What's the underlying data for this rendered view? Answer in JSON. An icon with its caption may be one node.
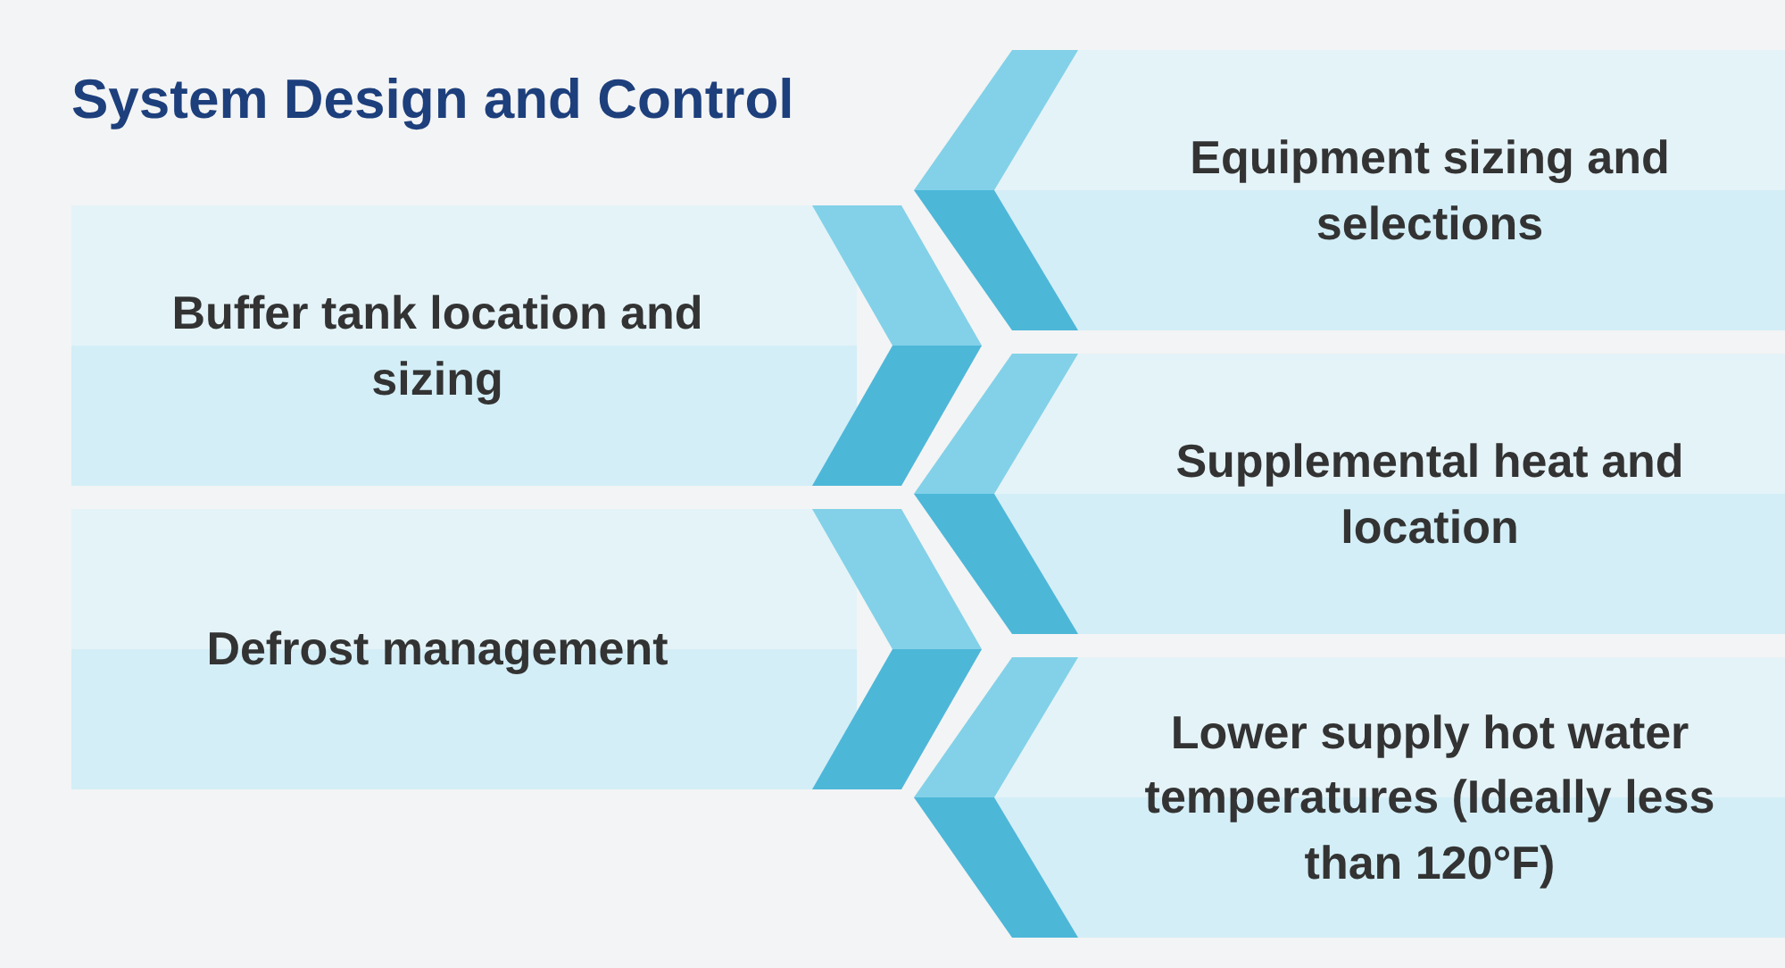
{
  "diagram": {
    "title": "System Design and Control",
    "nodes": [
      {
        "text": [
          "Buffer tank location and sizing"
        ]
      },
      {
        "text": [
          "Defrost management"
        ]
      },
      {
        "text": [
          "Equipment sizing and selections"
        ]
      },
      {
        "text": [
          "Supplemental heat and location"
        ]
      },
      {
        "text": [
          "Lower supply hot water temperatures (Ideally less than 120°F)"
        ]
      }
    ]
  }
}
